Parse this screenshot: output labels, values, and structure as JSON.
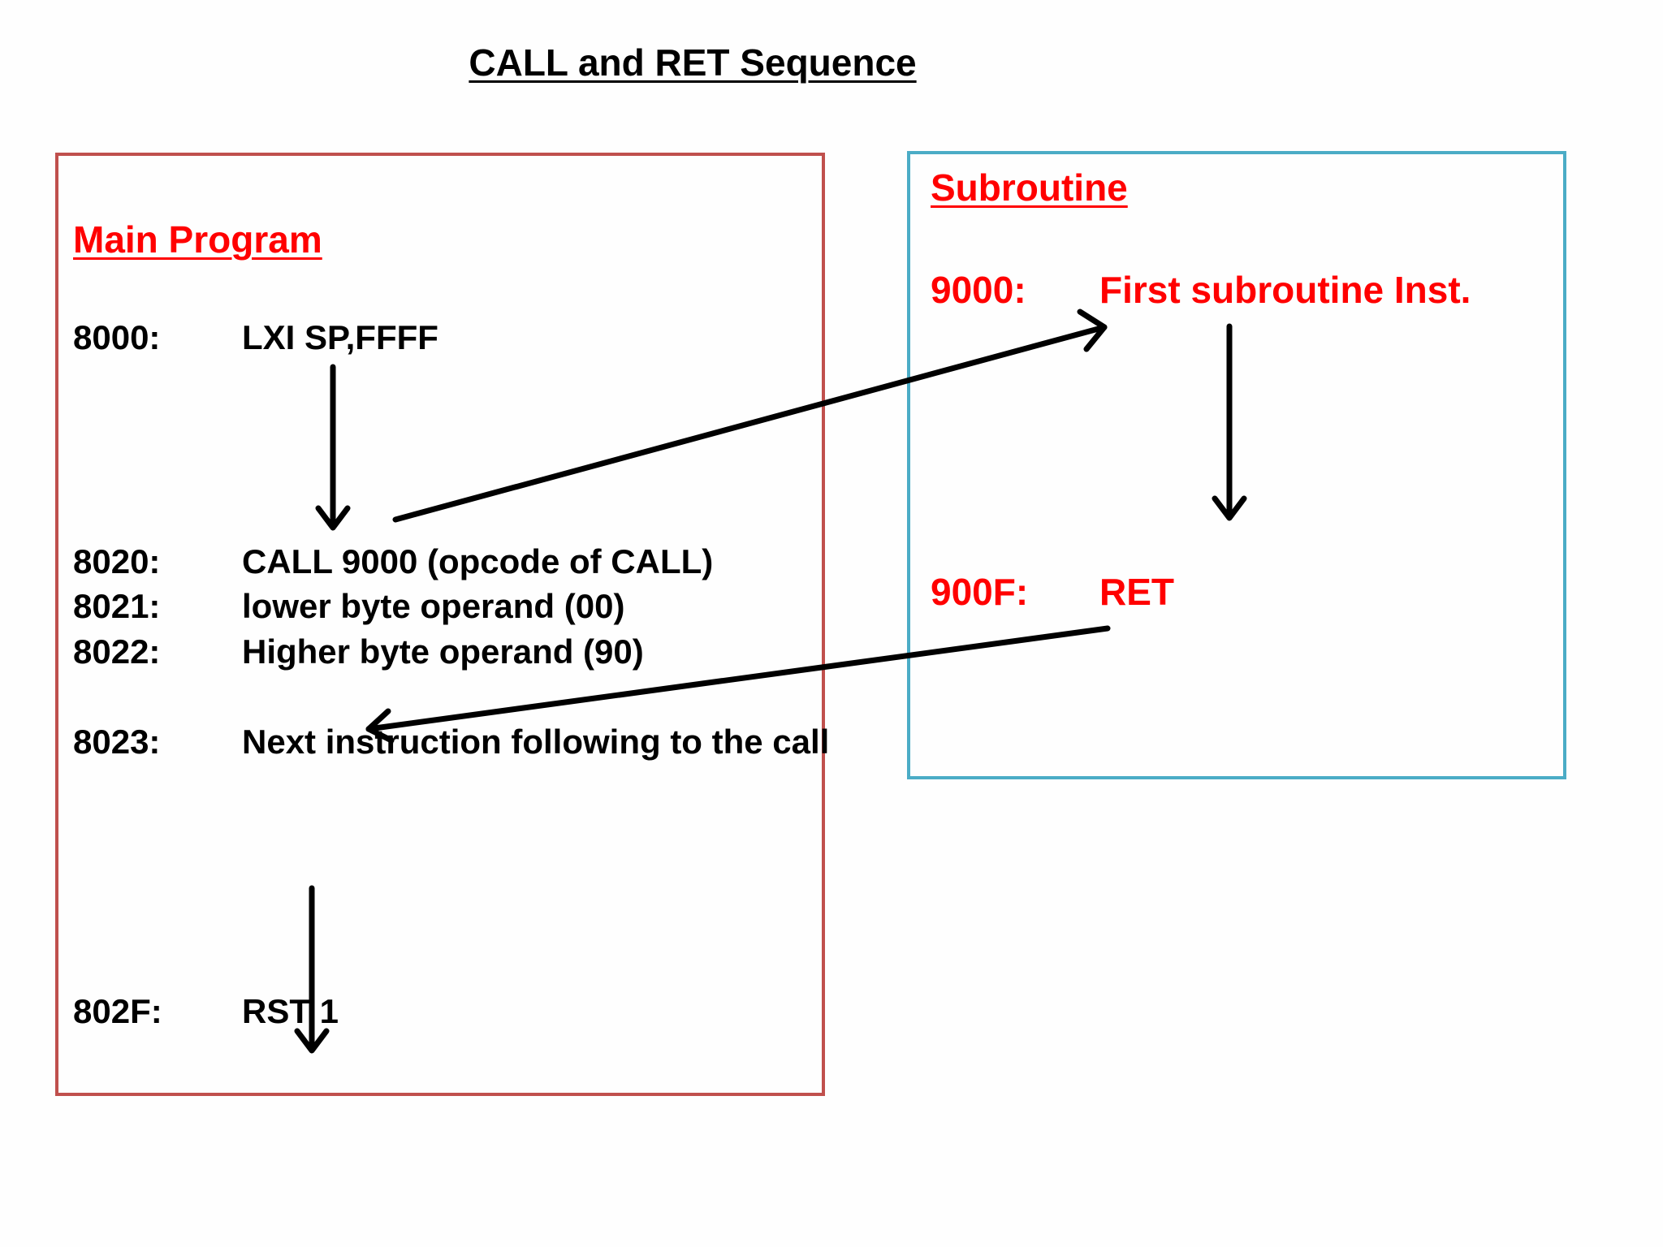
{
  "title": "CALL and RET Sequence",
  "main_program": {
    "heading": "Main Program",
    "lines": [
      {
        "addr": "8000:",
        "instr": "LXI SP,FFFF"
      },
      {
        "addr": "8020:",
        "instr": "CALL 9000 (opcode of CALL)"
      },
      {
        "addr": "8021:",
        "instr": "lower byte operand (00)"
      },
      {
        "addr": "8022:",
        "instr": "Higher byte operand (90)"
      },
      {
        "addr": "8023:",
        "instr": "Next instruction following to the call"
      },
      {
        "addr": "802F:",
        "instr": "RST 1"
      }
    ]
  },
  "subroutine": {
    "heading": "Subroutine",
    "lines": [
      {
        "addr": "9000:",
        "instr": "First subroutine Inst."
      },
      {
        "addr": "900F:",
        "instr": "RET"
      }
    ]
  },
  "colors": {
    "main_border": "#c0504d",
    "sub_border": "#4bacc6",
    "accent_text": "#ff0000"
  }
}
